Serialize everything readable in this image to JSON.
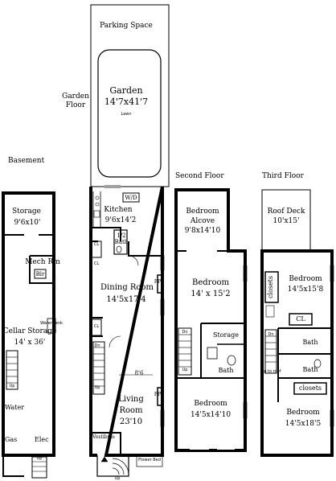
{
  "floors": {
    "basement": "Basement",
    "garden": {
      "line1": "Garden",
      "line2": "Floor"
    },
    "second": "Second Floor",
    "third": "Third Floor"
  },
  "garden_floor": {
    "parking": "Parking Space",
    "garden_label": "Garden",
    "garden_dim": "14'7x41'7",
    "lawn": "Lawn",
    "kitchen": "Kitchen",
    "kitchen_dim": "9'6x14'2",
    "wd": "W/D",
    "half_bath_num": "1/2",
    "half_bath": "Bath",
    "cl1": "CL",
    "cl2": "CL",
    "cl3": "CL",
    "dining": "Dining Room",
    "dining_dim": "14'5x17'4",
    "fp1": "FP",
    "fp2": "FP",
    "dim_8_6": "8'6",
    "living": "Living",
    "living2": "Room",
    "living_dim": "23'10",
    "dn": "Dn",
    "up": "Up",
    "vestibule": "Vestibule",
    "flower_bed": "Flower Bed",
    "up_stoop": "Up"
  },
  "basement_floor": {
    "storage": "Storage",
    "storage_dim": "9'6x10'",
    "mech": "Mech Rm",
    "blr": "Blr",
    "cellar": "Cellar Storage",
    "cellar_dim": "14' x 36'",
    "water_tank": "Water Tank",
    "water": "Water",
    "gas": "Gas",
    "elec": "Elec",
    "up": "Up",
    "up2": "Up"
  },
  "second_floor": {
    "alcove": "Bedroom",
    "alcove2": "Alcove",
    "alcove_dim": "9'8x14'10",
    "bedroom1": "Bedroom",
    "bedroom1_dim": "14' x 15'2",
    "storage": "Storage",
    "bath": "Bath",
    "bedroom2": "Bedroom",
    "bedroom2_dim": "14'5x14'10",
    "dn": "Dn",
    "up": "Up"
  },
  "third_floor": {
    "roof": "Roof Deck",
    "roof_dim": "10'x15'",
    "bedroom1": "Bedroom",
    "bedroom1_dim": "14'5x15'8",
    "closets_v": "closets",
    "cl": "CL",
    "bath1": "Bath",
    "bath2": "Bath",
    "closets_h": "closets",
    "bedroom2": "Bedroom",
    "bedroom2_dim": "14'5x18'5",
    "dn": "Dn",
    "up": "Up to roof"
  }
}
